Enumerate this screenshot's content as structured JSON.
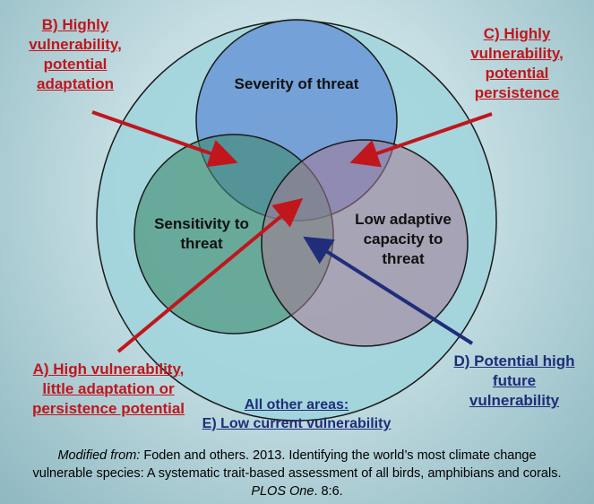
{
  "circles": {
    "severity": "Severity of threat",
    "sensitivity": [
      "Sensitivity to",
      "threat"
    ],
    "adaptive": [
      "Low adaptive",
      "capacity to",
      "threat"
    ]
  },
  "labels": {
    "b": [
      "B) Highly",
      "vulnerability,",
      "potential",
      "adaptation"
    ],
    "c": [
      "C) Highly",
      "vulnerability,",
      "potential",
      "persistence"
    ],
    "a": [
      "A) High vulnerability,",
      "little adaptation or",
      "persistence potential"
    ],
    "d": [
      "D) Potential high",
      "future",
      "vulnerability"
    ],
    "e": [
      "All other areas:",
      "E) Low current vulnerability"
    ]
  },
  "citation": {
    "prefix": "Modified from:",
    "line1": " Foden and others. 2013. Identifying the world’s most climate change",
    "line2": "vulnerable species: A systematic trait-based assessment of all birds, amphibians and corals.",
    "journal": "PLOS One",
    "tail": ". 8:6."
  },
  "colors": {
    "red": "#c0161c",
    "navy": "#1f2d7a",
    "outer_circle": "#9fd4dc",
    "severity_circle": "#6f9bd6",
    "sensitivity_circle": "#5d9c8a",
    "adaptive_circle": "#a78fa3"
  }
}
